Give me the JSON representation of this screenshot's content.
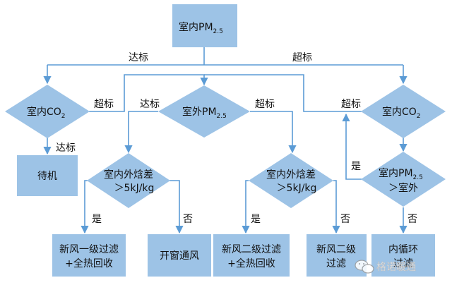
{
  "nodes": {
    "root": {
      "main": "室内PM",
      "sub": "2.5"
    },
    "co2_left": {
      "main": "室内CO",
      "sub": "2"
    },
    "standby": {
      "text": "待机"
    },
    "outdoor_pm": {
      "main": "室外PM",
      "sub": "2.5"
    },
    "co2_right": {
      "main": "室内CO",
      "sub": "2"
    },
    "enthalpy_left": {
      "line1": "室内外焓差",
      "line2": "＞5kJ/kg"
    },
    "enthalpy_right": {
      "line1": "室内外焓差",
      "line2": "＞5kJ/kg"
    },
    "pm_compare": {
      "line1_main": "室内PM",
      "line1_sub": "2.5",
      "line2": "＞室外"
    },
    "action_fresh1": {
      "line1": "新风一级过滤",
      "line2": "+全热回收"
    },
    "action_window": {
      "text": "开窗通风"
    },
    "action_fresh2": {
      "line1": "新风二级过滤",
      "line2": "+全热回收"
    },
    "action_fresh2b": {
      "line1": "新风二级",
      "line2": "过滤"
    },
    "action_recirc": {
      "line1": "内循环",
      "line2": "过滤"
    }
  },
  "edge_labels": {
    "root_ok": "达标",
    "root_over": "超标",
    "co2l_over": "超标",
    "co2l_ok": "达标",
    "outdoor_ok": "达标",
    "outdoor_over": "超标",
    "co2r_over": "超标",
    "encl_yes": "是",
    "encl_no": "否",
    "encr_yes": "是",
    "encr_no": "否",
    "pmc_yes": "是",
    "pmc_no": "否"
  },
  "watermark": "格诺暖通",
  "colors": {
    "node_fill": "#9dc3e6",
    "connector": "#5b9bd5"
  }
}
